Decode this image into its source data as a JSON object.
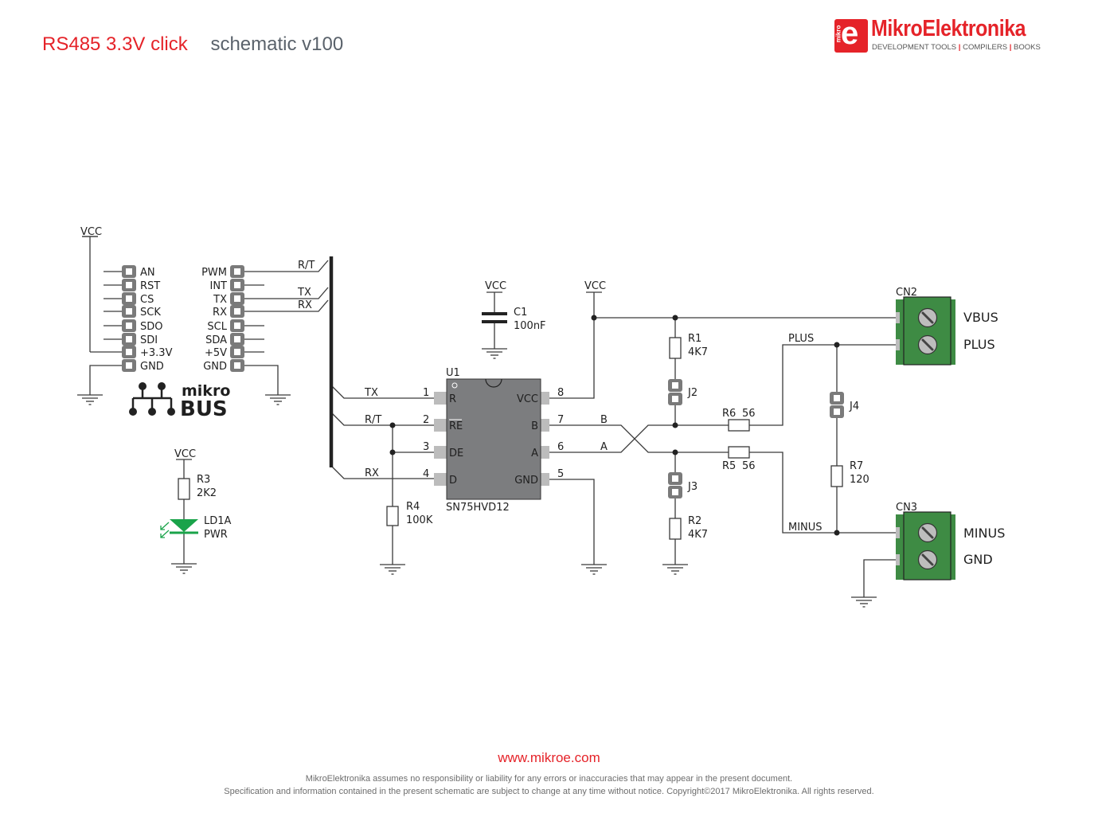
{
  "header": {
    "board_name": "RS485 3.3V click",
    "document_type": "schematic v100"
  },
  "logo": {
    "brand": "MikroElektronika",
    "badge_letter": "e",
    "badge_text": "mikro",
    "tagline": [
      "DEVELOPMENT TOOLS",
      "COMPILERS",
      "BOOKS"
    ]
  },
  "colors": {
    "accent_red": "#e52329",
    "subtitle_gray": "#5a626b",
    "wire": "#3a3a3a",
    "ic_body": "#7c7d7f",
    "ic_pin": "#bcbcbc",
    "header_pin": "#7a7a7a",
    "terminal_green": "#3e8b44",
    "led_green": "#1aa34a"
  },
  "mikrobus": {
    "logo_top": "mikro",
    "logo_bottom": "BUS",
    "vcc_label": "VCC",
    "left_pins": [
      "AN",
      "RST",
      "CS",
      "SCK",
      "SDO",
      "SDI",
      "+3.3V",
      "GND"
    ],
    "right_pins": [
      "PWM",
      "INT",
      "TX",
      "RX",
      "SCL",
      "SDA",
      "+5V",
      "GND"
    ],
    "bus_nets": [
      "R/T",
      "TX",
      "RX"
    ]
  },
  "power_led": {
    "vcc_label": "VCC",
    "resistor": {
      "ref": "R3",
      "value": "2K2"
    },
    "led": {
      "ref": "LD1A",
      "value": "PWR"
    }
  },
  "transceiver": {
    "ref": "U1",
    "part": "SN75HVD12",
    "left_pins": [
      {
        "num": "1",
        "name": "R",
        "net": "TX"
      },
      {
        "num": "2",
        "name": "RE",
        "net": "R/T",
        "overbar": true
      },
      {
        "num": "3",
        "name": "DE",
        "net": ""
      },
      {
        "num": "4",
        "name": "D",
        "net": "RX"
      }
    ],
    "right_pins": [
      {
        "num": "8",
        "name": "VCC",
        "net": ""
      },
      {
        "num": "7",
        "name": "B",
        "net": "B"
      },
      {
        "num": "6",
        "name": "A",
        "net": "A"
      },
      {
        "num": "5",
        "name": "GND",
        "net": ""
      }
    ]
  },
  "components": {
    "c1": {
      "ref": "C1",
      "value": "100nF",
      "vcc": "VCC"
    },
    "r4": {
      "ref": "R4",
      "value": "100K"
    },
    "vcc_bus": "VCC",
    "r1": {
      "ref": "R1",
      "value": "4K7"
    },
    "r2": {
      "ref": "R2",
      "value": "4K7"
    },
    "j2": {
      "ref": "J2"
    },
    "j3": {
      "ref": "J3"
    },
    "j4": {
      "ref": "J4"
    },
    "r5": {
      "ref": "R5",
      "value": "56"
    },
    "r6": {
      "ref": "R6",
      "value": "56"
    },
    "r7": {
      "ref": "R7",
      "value": "120"
    }
  },
  "nets": {
    "plus": "PLUS",
    "minus": "MINUS"
  },
  "connectors": {
    "cn2": {
      "ref": "CN2",
      "pins": [
        "VBUS",
        "PLUS"
      ]
    },
    "cn3": {
      "ref": "CN3",
      "pins": [
        "MINUS",
        "GND"
      ]
    }
  },
  "footer": {
    "url": "www.mikroe.com",
    "disclaimer_1": "MikroElektronika assumes no responsibility or liability for any errors or inaccuracies that may appear in the present document.",
    "disclaimer_2": "Specification and information contained in the present schematic are subject to change at any time without notice. Copyright©2017 MikroElektronika. All rights reserved."
  }
}
